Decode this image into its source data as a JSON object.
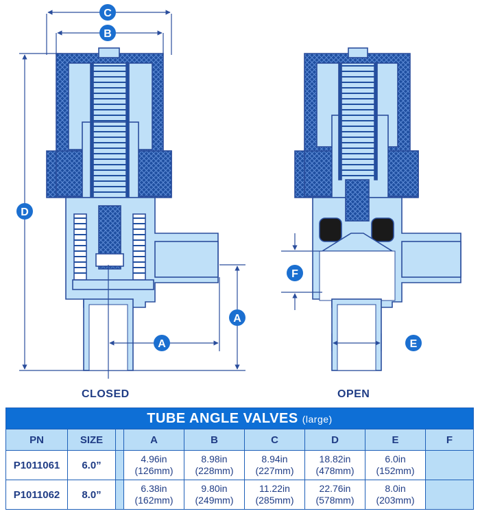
{
  "colors": {
    "blue": "#1f4fa0",
    "accent": "#1b6fd0",
    "light": "#bfe0f8",
    "line": "#2a4d9c"
  },
  "dimension_markers": [
    "C",
    "B",
    "D",
    "A",
    "A",
    "F",
    "E"
  ],
  "views": {
    "closed_label": "CLOSED",
    "open_label": "OPEN"
  },
  "table": {
    "title": "TUBE ANGLE VALVES",
    "title_suffix": "(large)",
    "headers": [
      "PN",
      "SIZE",
      "A",
      "B",
      "C",
      "D",
      "E",
      "F"
    ],
    "rows": [
      {
        "pn": "P1011061",
        "size": "6.0”",
        "a": [
          "4.96in",
          "(126mm)"
        ],
        "b": [
          "8.98in",
          "(228mm)"
        ],
        "c": [
          "8.94in",
          "(227mm)"
        ],
        "d": [
          "18.82in",
          "(478mm)"
        ],
        "e": [
          "6.0in",
          "(152mm)"
        ],
        "f": ""
      },
      {
        "pn": "P1011062",
        "size": "8.0”",
        "a": [
          "6.38in",
          "(162mm)"
        ],
        "b": [
          "9.80in",
          "(249mm)"
        ],
        "c": [
          "11.22in",
          "(285mm)"
        ],
        "d": [
          "22.76in",
          "(578mm)"
        ],
        "e": [
          "8.0in",
          "(203mm)"
        ],
        "f": ""
      }
    ]
  }
}
